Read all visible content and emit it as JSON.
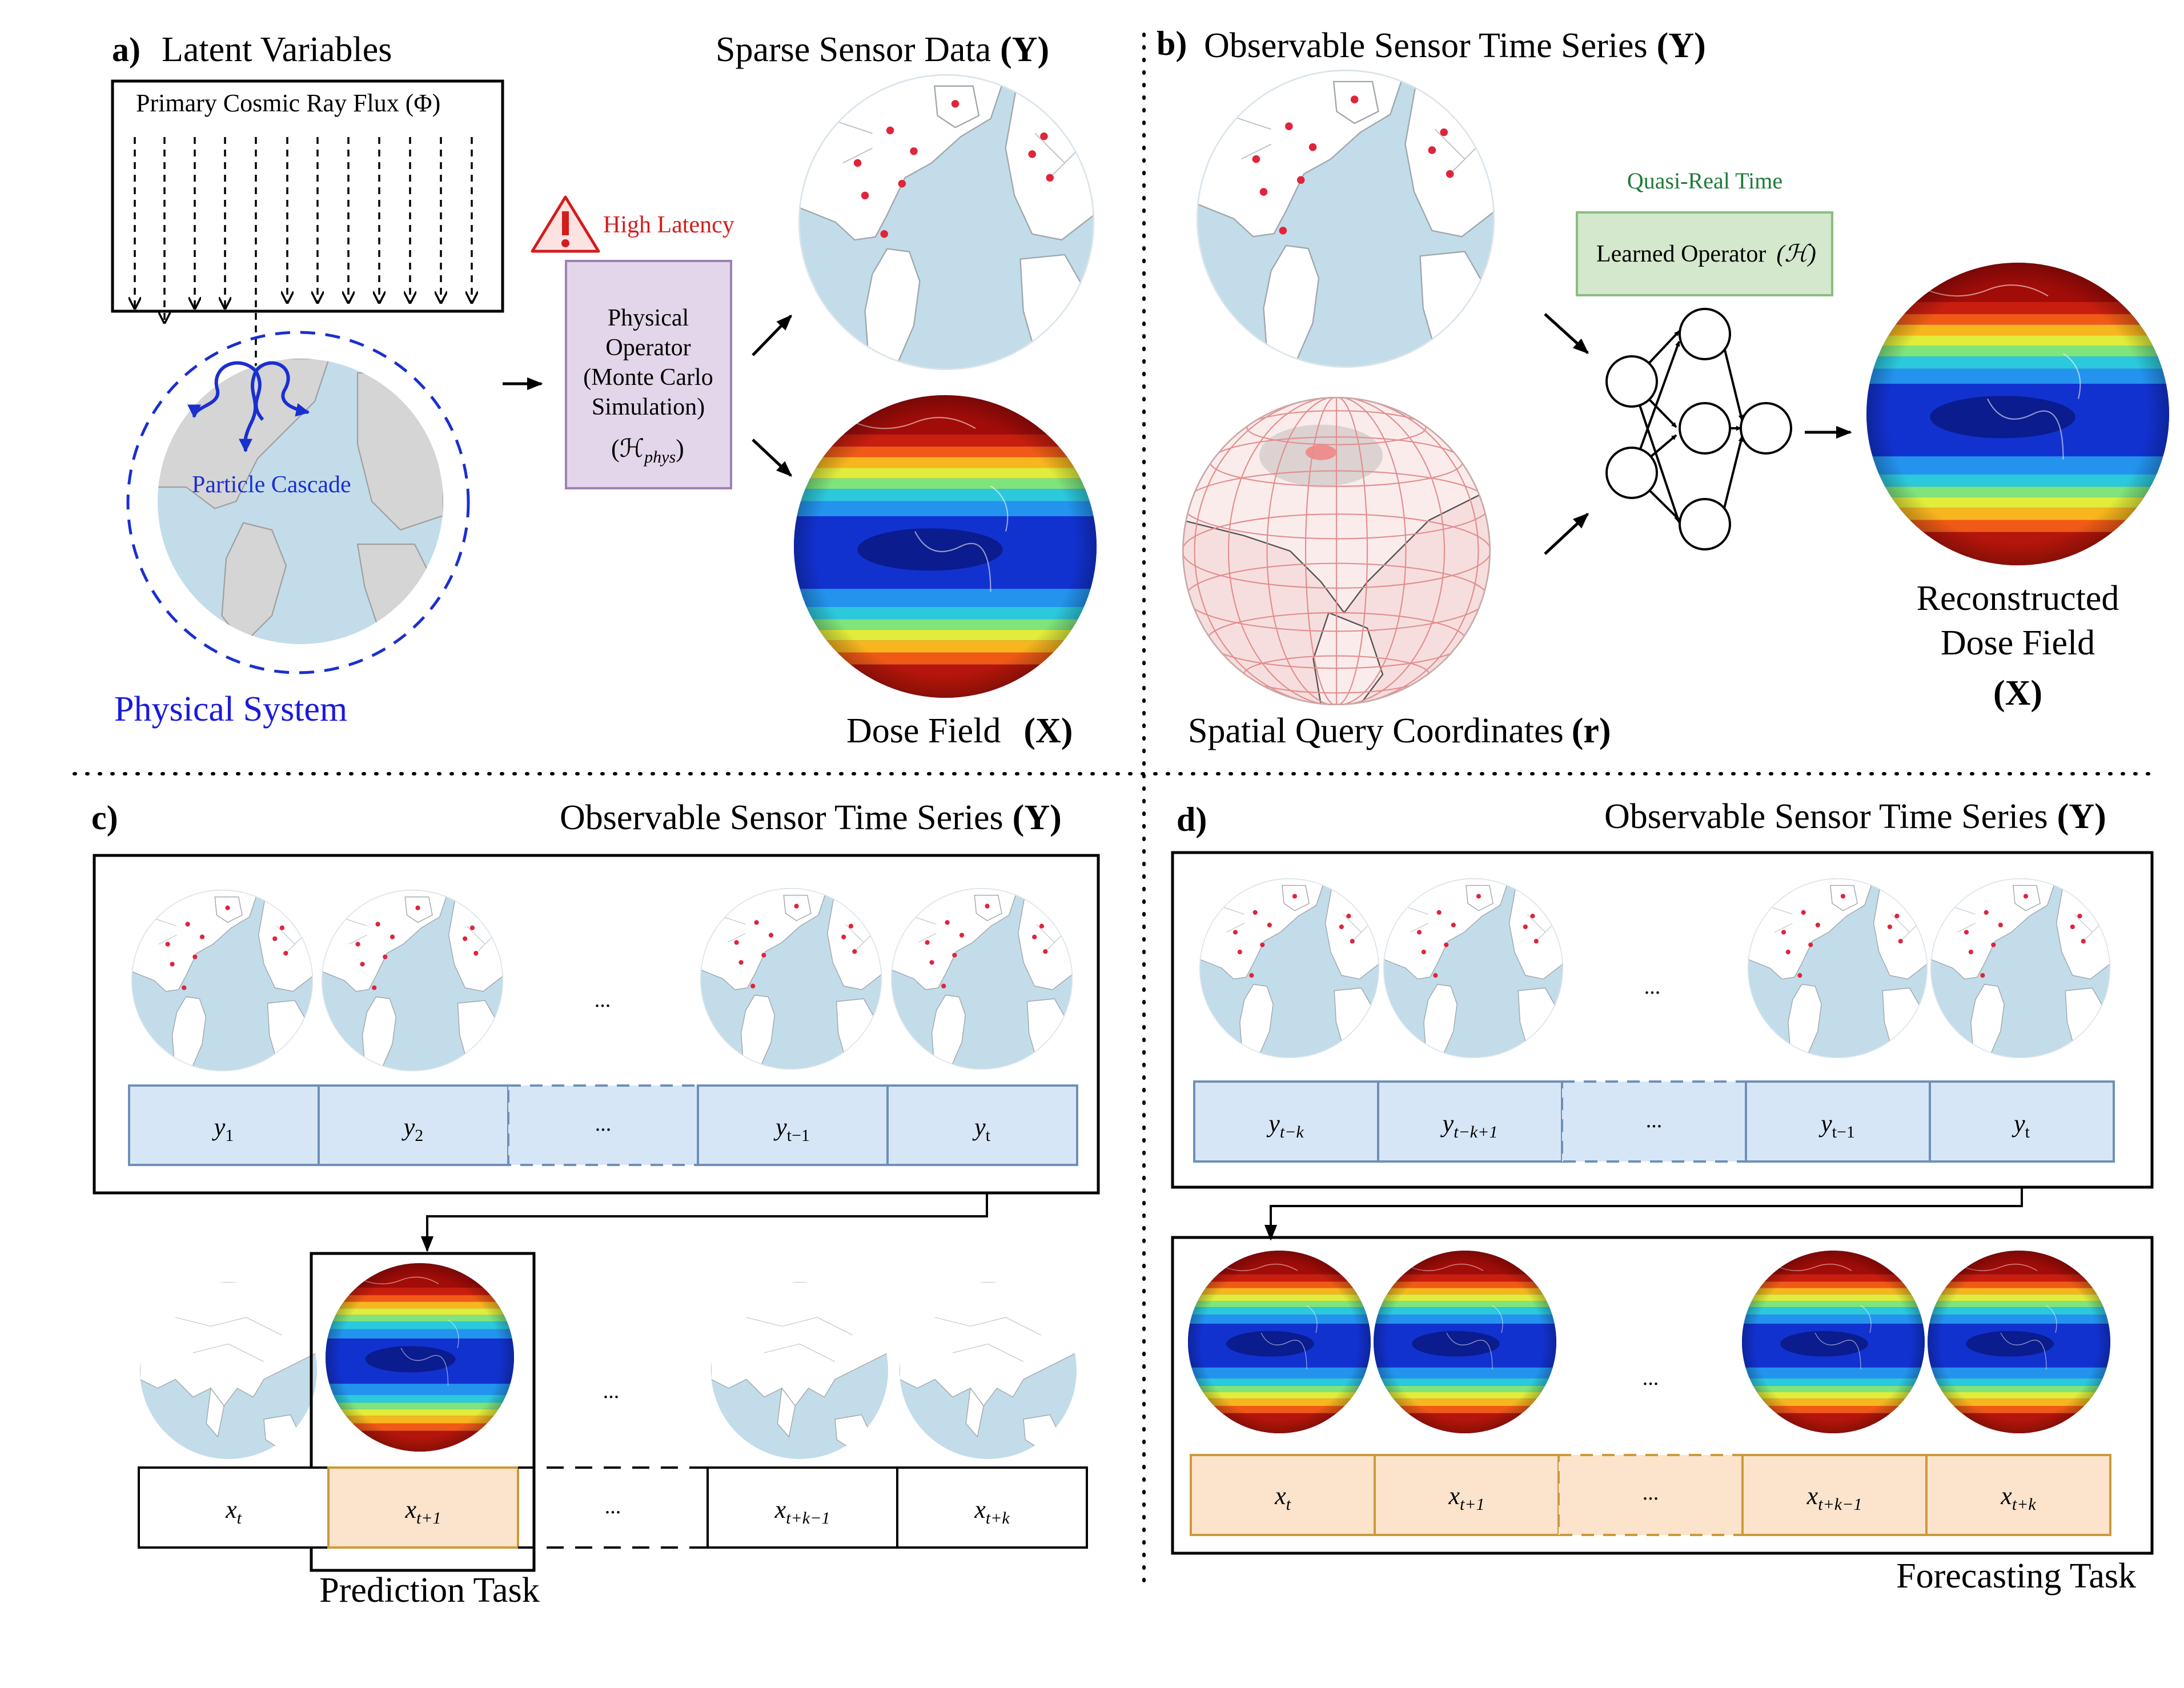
{
  "colors": {
    "ocean": "#c3dcea",
    "land": "#ffffff",
    "border": "#9fa7ad",
    "sensor": "#e0243a",
    "cascade": "#1a2fd0",
    "system_label": "#1a1adb",
    "latency": "#d41c1c",
    "quasi_label": "#1f7a3a",
    "physical_box_fill": "#e3d6ea",
    "physical_box_stroke": "#9b82b4",
    "learned_box_fill": "#d3e8cc",
    "learned_box_stroke": "#8cbc7f",
    "y_cell_fill": "#d7e6f6",
    "y_cell_stroke": "#6e8fb8",
    "x_cell_fill": "#fbe3cc",
    "x_cell_stroke": "#cc9a3a"
  },
  "panel_a": {
    "letter": "a)",
    "title": "Latent Variables",
    "flux_label": "Primary Cosmic Ray Flux (Φ)",
    "cascade_label": "Particle Cascade",
    "system_label": "Physical System",
    "latency_label": "High Latency",
    "operator_lines": [
      "Physical",
      "Operator",
      "(Monte Carlo",
      "Simulation)"
    ],
    "operator_symbol": "(ℋ",
    "operator_sub": "phys",
    "operator_close": ")",
    "sparse_label": "Sparse Sensor Data",
    "dose_label": "Dose Field",
    "sym_Y": "(Y)",
    "sym_X": "(X)"
  },
  "panel_b": {
    "letter": "b)",
    "title": "Observable Sensor Time Series",
    "sym_Y": "(Y)",
    "quasi_label": "Quasi-Real Time",
    "learned_label": "Learned Operator",
    "learned_symbol": "(ℋ)",
    "spatial_label": "Spatial Query Coordinates",
    "sym_r": "(r)",
    "recon_line1": "Reconstructed",
    "recon_line2": "Dose Field",
    "sym_X": "(X)"
  },
  "panel_c": {
    "letter": "c)",
    "title": "Observable Sensor Time Series",
    "sym_Y": "(Y)",
    "y_cells": [
      {
        "base": "y",
        "sub": "1"
      },
      {
        "base": "y",
        "sub": "2"
      },
      {
        "base": "...",
        "sub": ""
      },
      {
        "base": "y",
        "sub": "t−1"
      },
      {
        "base": "y",
        "sub": "t"
      }
    ],
    "x_cells": [
      {
        "base": "x",
        "sub": "t"
      },
      {
        "base": "x",
        "sub": "t+1"
      },
      {
        "base": "...",
        "sub": ""
      },
      {
        "base": "x",
        "sub": "t+k−1"
      },
      {
        "base": "x",
        "sub": "t+k"
      }
    ],
    "ellipsis": "...",
    "task_label": "Prediction Task"
  },
  "panel_d": {
    "letter": "d)",
    "title": "Observable Sensor Time Series",
    "sym_Y": "(Y)",
    "y_cells": [
      {
        "base": "y",
        "sub": "t−k"
      },
      {
        "base": "y",
        "sub": "t−k+1"
      },
      {
        "base": "...",
        "sub": ""
      },
      {
        "base": "y",
        "sub": "t−1"
      },
      {
        "base": "y",
        "sub": "t"
      }
    ],
    "x_cells": [
      {
        "base": "x",
        "sub": "t"
      },
      {
        "base": "x",
        "sub": "t+1"
      },
      {
        "base": "...",
        "sub": ""
      },
      {
        "base": "x",
        "sub": "t+k−1"
      },
      {
        "base": "x",
        "sub": "t+k"
      }
    ],
    "ellipsis": "...",
    "task_label": "Forecasting Task"
  }
}
